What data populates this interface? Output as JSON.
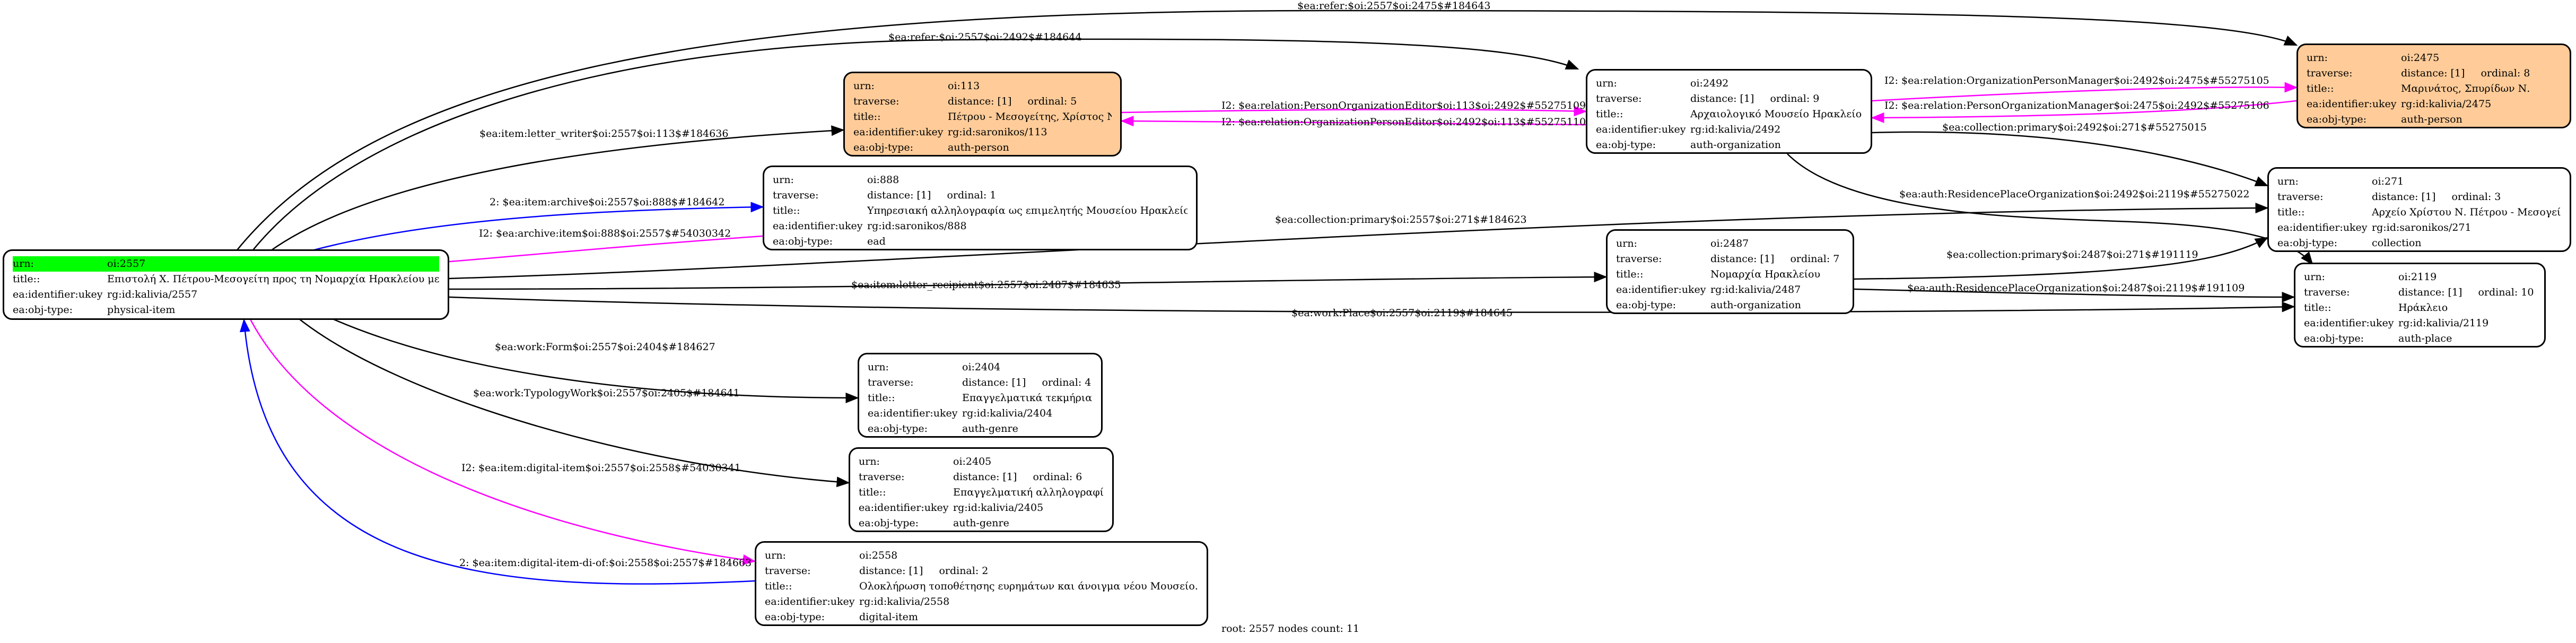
{
  "nodes": {
    "n2557": {
      "rows": [
        {
          "k": "urn:",
          "v": "oi:2557"
        },
        {
          "k": "title::",
          "v": "Επιστολή Χ. Πέτρου-Μεσογείτη προς τη Νομαρχία Ηρακλείου με..."
        },
        {
          "k": "ea:identifier:ukey",
          "v": "rg:id:kalivia/2557"
        },
        {
          "k": "ea:obj-type:",
          "v": "physical-item"
        }
      ]
    },
    "n113": {
      "rows": [
        {
          "k": "urn:",
          "v": "oi:113"
        },
        {
          "k": "traverse:",
          "v": "distance: [1]",
          "ord": "ordinal: 5"
        },
        {
          "k": "title::",
          "v": "Πέτρου - Μεσογείτης, Χρίστος Ν."
        },
        {
          "k": "ea:identifier:ukey",
          "v": "rg:id:saronikos/113"
        },
        {
          "k": "ea:obj-type:",
          "v": "auth-person"
        }
      ]
    },
    "n888": {
      "rows": [
        {
          "k": "urn:",
          "v": "oi:888"
        },
        {
          "k": "traverse:",
          "v": "distance: [1]",
          "ord": "ordinal: 1"
        },
        {
          "k": "title::",
          "v": "Υπηρεσιακή αλληλογραφία ως επιμελητής Μουσείου Ηρακλείου"
        },
        {
          "k": "ea:identifier:ukey",
          "v": "rg:id:saronikos/888"
        },
        {
          "k": "ea:obj-type:",
          "v": "ead"
        }
      ]
    },
    "n2492": {
      "rows": [
        {
          "k": "urn:",
          "v": "oi:2492"
        },
        {
          "k": "traverse:",
          "v": "distance: [1]",
          "ord": "ordinal: 9"
        },
        {
          "k": "title::",
          "v": "Αρχαιολογικό Μουσείο Ηρακλείου"
        },
        {
          "k": "ea:identifier:ukey",
          "v": "rg:id:kalivia/2492"
        },
        {
          "k": "ea:obj-type:",
          "v": "auth-organization"
        }
      ]
    },
    "n2475": {
      "rows": [
        {
          "k": "urn:",
          "v": "oi:2475"
        },
        {
          "k": "traverse:",
          "v": "distance: [1]",
          "ord": "ordinal: 8"
        },
        {
          "k": "title::",
          "v": "Μαρινάτος, Σπυρίδων Ν."
        },
        {
          "k": "ea:identifier:ukey",
          "v": "rg:id:kalivia/2475"
        },
        {
          "k": "ea:obj-type:",
          "v": "auth-person"
        }
      ]
    },
    "n271": {
      "rows": [
        {
          "k": "urn:",
          "v": "oi:271"
        },
        {
          "k": "traverse:",
          "v": "distance: [1]",
          "ord": "ordinal: 3"
        },
        {
          "k": "title::",
          "v": "Αρχείο Χρίστου Ν. Πέτρου - Μεσογείτη"
        },
        {
          "k": "ea:identifier:ukey",
          "v": "rg:id:saronikos/271"
        },
        {
          "k": "ea:obj-type:",
          "v": "collection"
        }
      ]
    },
    "n2487": {
      "rows": [
        {
          "k": "urn:",
          "v": "oi:2487"
        },
        {
          "k": "traverse:",
          "v": "distance: [1]",
          "ord": "ordinal: 7"
        },
        {
          "k": "title::",
          "v": "Νομαρχία Ηρακλείου"
        },
        {
          "k": "ea:identifier:ukey",
          "v": "rg:id:kalivia/2487"
        },
        {
          "k": "ea:obj-type:",
          "v": "auth-organization"
        }
      ]
    },
    "n2119": {
      "rows": [
        {
          "k": "urn:",
          "v": "oi:2119"
        },
        {
          "k": "traverse:",
          "v": "distance: [1]",
          "ord": "ordinal: 10"
        },
        {
          "k": "title::",
          "v": "Ηράκλειο"
        },
        {
          "k": "ea:identifier:ukey",
          "v": "rg:id:kalivia/2119"
        },
        {
          "k": "ea:obj-type:",
          "v": "auth-place"
        }
      ]
    },
    "n2404": {
      "rows": [
        {
          "k": "urn:",
          "v": "oi:2404"
        },
        {
          "k": "traverse:",
          "v": "distance: [1]",
          "ord": "ordinal: 4"
        },
        {
          "k": "title::",
          "v": "Επαγγελματικά τεκμήρια"
        },
        {
          "k": "ea:identifier:ukey",
          "v": "rg:id:kalivia/2404"
        },
        {
          "k": "ea:obj-type:",
          "v": "auth-genre"
        }
      ]
    },
    "n2405": {
      "rows": [
        {
          "k": "urn:",
          "v": "oi:2405"
        },
        {
          "k": "traverse:",
          "v": "distance: [1]",
          "ord": "ordinal: 6"
        },
        {
          "k": "title::",
          "v": "Επαγγελματική αλληλογραφία"
        },
        {
          "k": "ea:identifier:ukey",
          "v": "rg:id:kalivia/2405"
        },
        {
          "k": "ea:obj-type:",
          "v": "auth-genre"
        }
      ]
    },
    "n2558": {
      "rows": [
        {
          "k": "urn:",
          "v": "oi:2558"
        },
        {
          "k": "traverse:",
          "v": "distance: [1]",
          "ord": "ordinal: 2"
        },
        {
          "k": "title::",
          "v": "Ολοκλήρωση τοποθέτησης ευρημάτων και άνοιγμα νέου Μουσείο..."
        },
        {
          "k": "ea:identifier:ukey",
          "v": "rg:id:kalivia/2558"
        },
        {
          "k": "ea:obj-type:",
          "v": "digital-item"
        }
      ]
    }
  },
  "edges": {
    "refer2475": "$ea:refer:$oi:2557$oi:2475$#184643",
    "refer2492": "$ea:refer:$oi:2557$oi:2492$#184644",
    "writer113": "$ea:item:letter_writer$oi:2557$oi:113$#184636",
    "archive888": "2: $ea:item:archive$oi:2557$oi:888$#184642",
    "archiveItem": "I2: $ea:archive:item$oi:888$oi:2557$#54030342",
    "collection271": "$ea:collection:primary$oi:2557$oi:271$#184623",
    "recipient2487": "$ea:item:letter_recipient$oi:2557$oi:2487$#184635",
    "place2119": "$ea:work:Place$oi:2557$oi:2119$#184645",
    "form2404": "$ea:work:Form$oi:2557$oi:2404$#184627",
    "typology2405": "$ea:work:TypologyWork$oi:2557$oi:2405$#184641",
    "digitalItem": "I2: $ea:item:digital-item$oi:2557$oi:2558$#54030341",
    "digitalOf": "2: $ea:item:digital-item-di-of:$oi:2558$oi:2557$#184663",
    "poe113to2492": "I2: $ea:relation:PersonOrganizationEditor$oi:113$oi:2492$#55275109",
    "ope2492to113": "I2: $ea:relation:OrganizationPersonEditor$oi:2492$oi:113$#55275110",
    "opm2492to2475": "I2: $ea:relation:OrganizationPersonManager$oi:2492$oi:2475$#55275105",
    "pom2475to2492": "I2: $ea:relation:PersonOrganizationManager$oi:2475$oi:2492$#55275106",
    "coll2492to271": "$ea:collection:primary$oi:2492$oi:271$#55275015",
    "res2492to2119": "$ea:auth:ResidencePlaceOrganization$oi:2492$oi:2119$#55275022",
    "coll2487to271": "$ea:collection:primary$oi:2487$oi:271$#191119",
    "res2487to2119": "$ea:auth:ResidencePlaceOrganization$oi:2487$oi:2119$#191109"
  },
  "colors": {
    "black": "#000000",
    "blue": "#0000ff",
    "magenta": "#ff00ff",
    "accent": "#ffcc99",
    "highlight": "#00ff00"
  },
  "footer": "root: 2557 nodes count: 11"
}
